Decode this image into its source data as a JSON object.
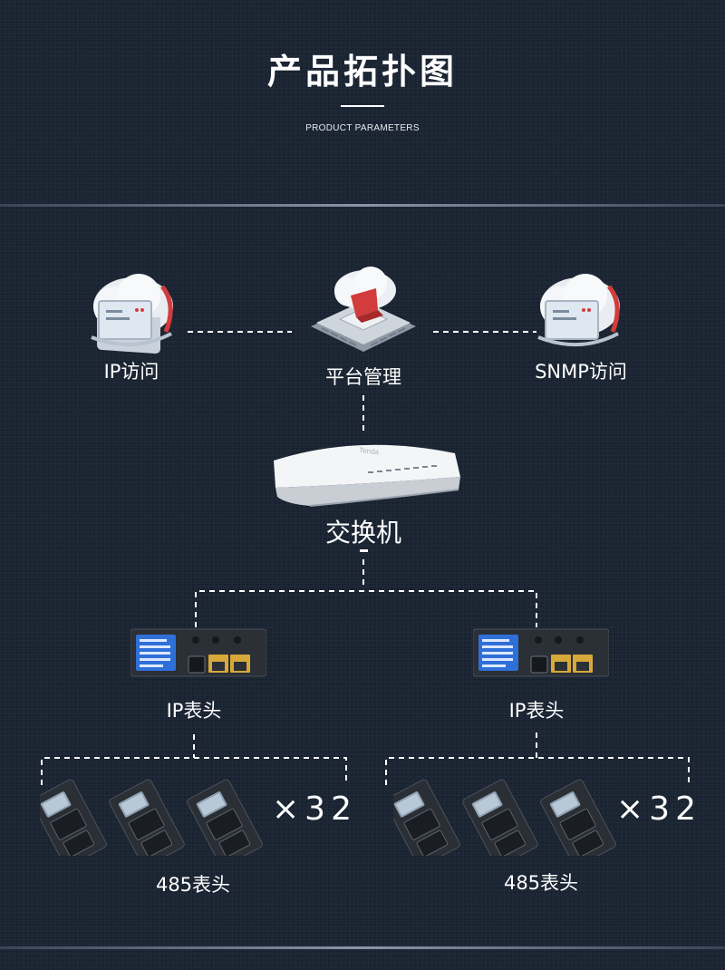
{
  "header": {
    "title": "产品拓扑图",
    "subtitle": "PRODUCT PARAMETERS"
  },
  "nodes": {
    "ip_access": "IP访问",
    "platform": "平台管理",
    "snmp_access": "SNMP访问",
    "switch": "交换机",
    "ip_meter_left": "IP表头",
    "ip_meter_right": "IP表头",
    "rs485_left": "485表头",
    "rs485_right": "485表头"
  },
  "multiplier": {
    "left": "×32",
    "right": "×32"
  },
  "device_brand": "Tenda",
  "colors": {
    "background": "#1a2433",
    "line": "#ffffff",
    "accent_red": "#d23c3c",
    "ethernet_gold": "#d6a93a",
    "screen_blue": "#2f6fd8"
  }
}
